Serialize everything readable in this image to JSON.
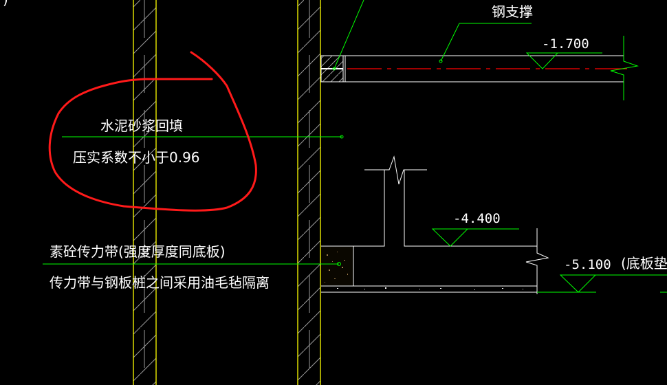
{
  "colors": {
    "background": "#000000",
    "pile_wall": "#ffff00",
    "leader": "#00ff00",
    "outline": "#ffffff",
    "centerline": "#ff0000",
    "markup": "#ff0000",
    "hatch": "#9a9a9a"
  },
  "labels": {
    "top_left_fragment": ")",
    "steel_brace": "钢支撑",
    "backfill_line1": "水泥砂浆回填",
    "backfill_line2": "压实系数不小于0.96",
    "transfer_band_line1": "素砼传力带(强度厚度同底板)",
    "transfer_band_line2": "传力带与钢板桩之间采用油毛毡隔离",
    "floor_slab_note": "(底板垫"
  },
  "elevations": {
    "brace": "-1.700",
    "top_step": "-4.400",
    "slab_bottom": "-5.100"
  }
}
